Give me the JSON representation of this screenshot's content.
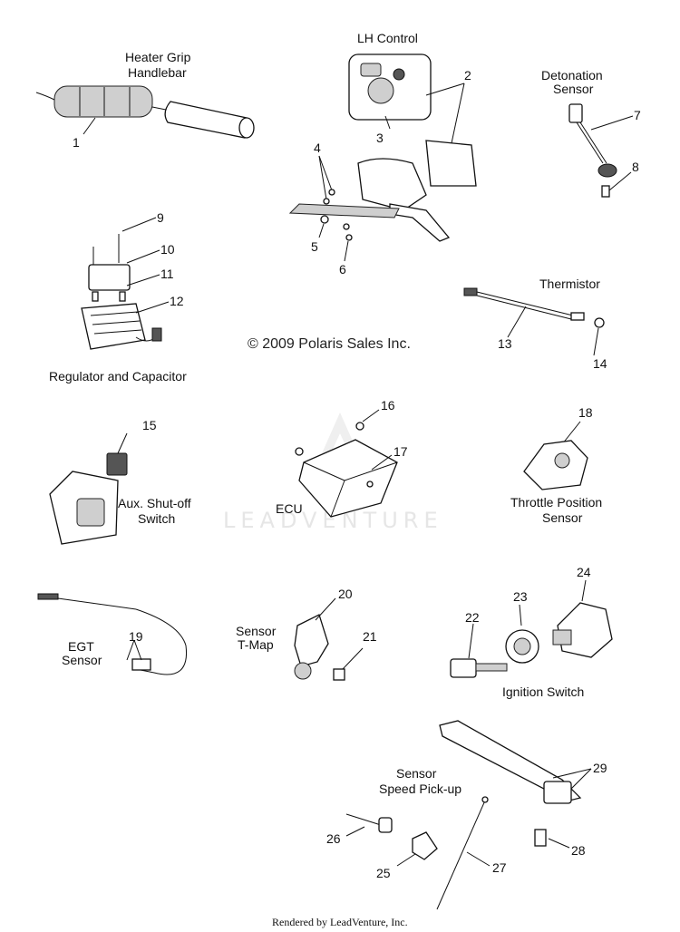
{
  "labels": {
    "heater_grip_1": "Heater Grip",
    "heater_grip_2": "Handlebar",
    "lh_control": "LH Control",
    "detonation_1": "Detonation",
    "detonation_2": "Sensor",
    "thermistor": "Thermistor",
    "regulator": "Regulator and Capacitor",
    "copyright": "© 2009 Polaris Sales Inc.",
    "aux_1": "Aux. Shut-off",
    "aux_2": "Switch",
    "ecu": "ECU",
    "tps_1": "Throttle Position",
    "tps_2": "Sensor",
    "egt_1": "EGT",
    "egt_2": "Sensor",
    "tmap_1": "Sensor",
    "tmap_2": "T-Map",
    "ignition": "Ignition Switch",
    "speed_1": "Sensor",
    "speed_2": "Speed Pick-up"
  },
  "watermark": "LEADVENTURE",
  "footer": "Rendered by LeadVenture, Inc.",
  "callouts": [
    "1",
    "2",
    "3",
    "4",
    "5",
    "6",
    "7",
    "8",
    "9",
    "10",
    "11",
    "12",
    "13",
    "14",
    "15",
    "16",
    "17",
    "18",
    "19",
    "20",
    "21",
    "22",
    "23",
    "24",
    "25",
    "26",
    "27",
    "28",
    "29"
  ]
}
